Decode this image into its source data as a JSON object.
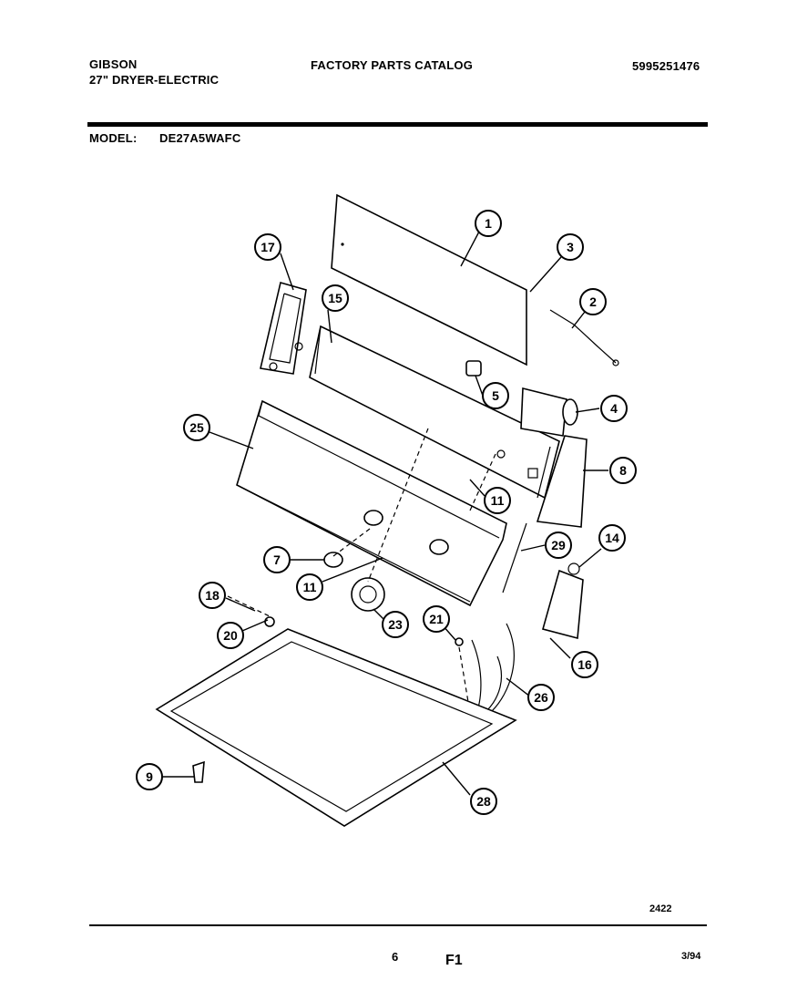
{
  "header": {
    "brand": "GIBSON",
    "product": "27\" DRYER-ELECTRIC",
    "catalog_title": "FACTORY PARTS CATALOG",
    "catalog_number": "5995251476",
    "model_label": "MODEL:",
    "model_number": "DE27A5WAFC"
  },
  "diagram": {
    "callouts": [
      "1",
      "2",
      "3",
      "4",
      "5",
      "7",
      "8",
      "9",
      "11",
      "11",
      "14",
      "15",
      "16",
      "17",
      "18",
      "20",
      "21",
      "23",
      "25",
      "26",
      "28",
      "29"
    ]
  },
  "footer": {
    "drawing_number": "2422",
    "page_number": "6",
    "figure": "F1",
    "date": "3/94"
  }
}
